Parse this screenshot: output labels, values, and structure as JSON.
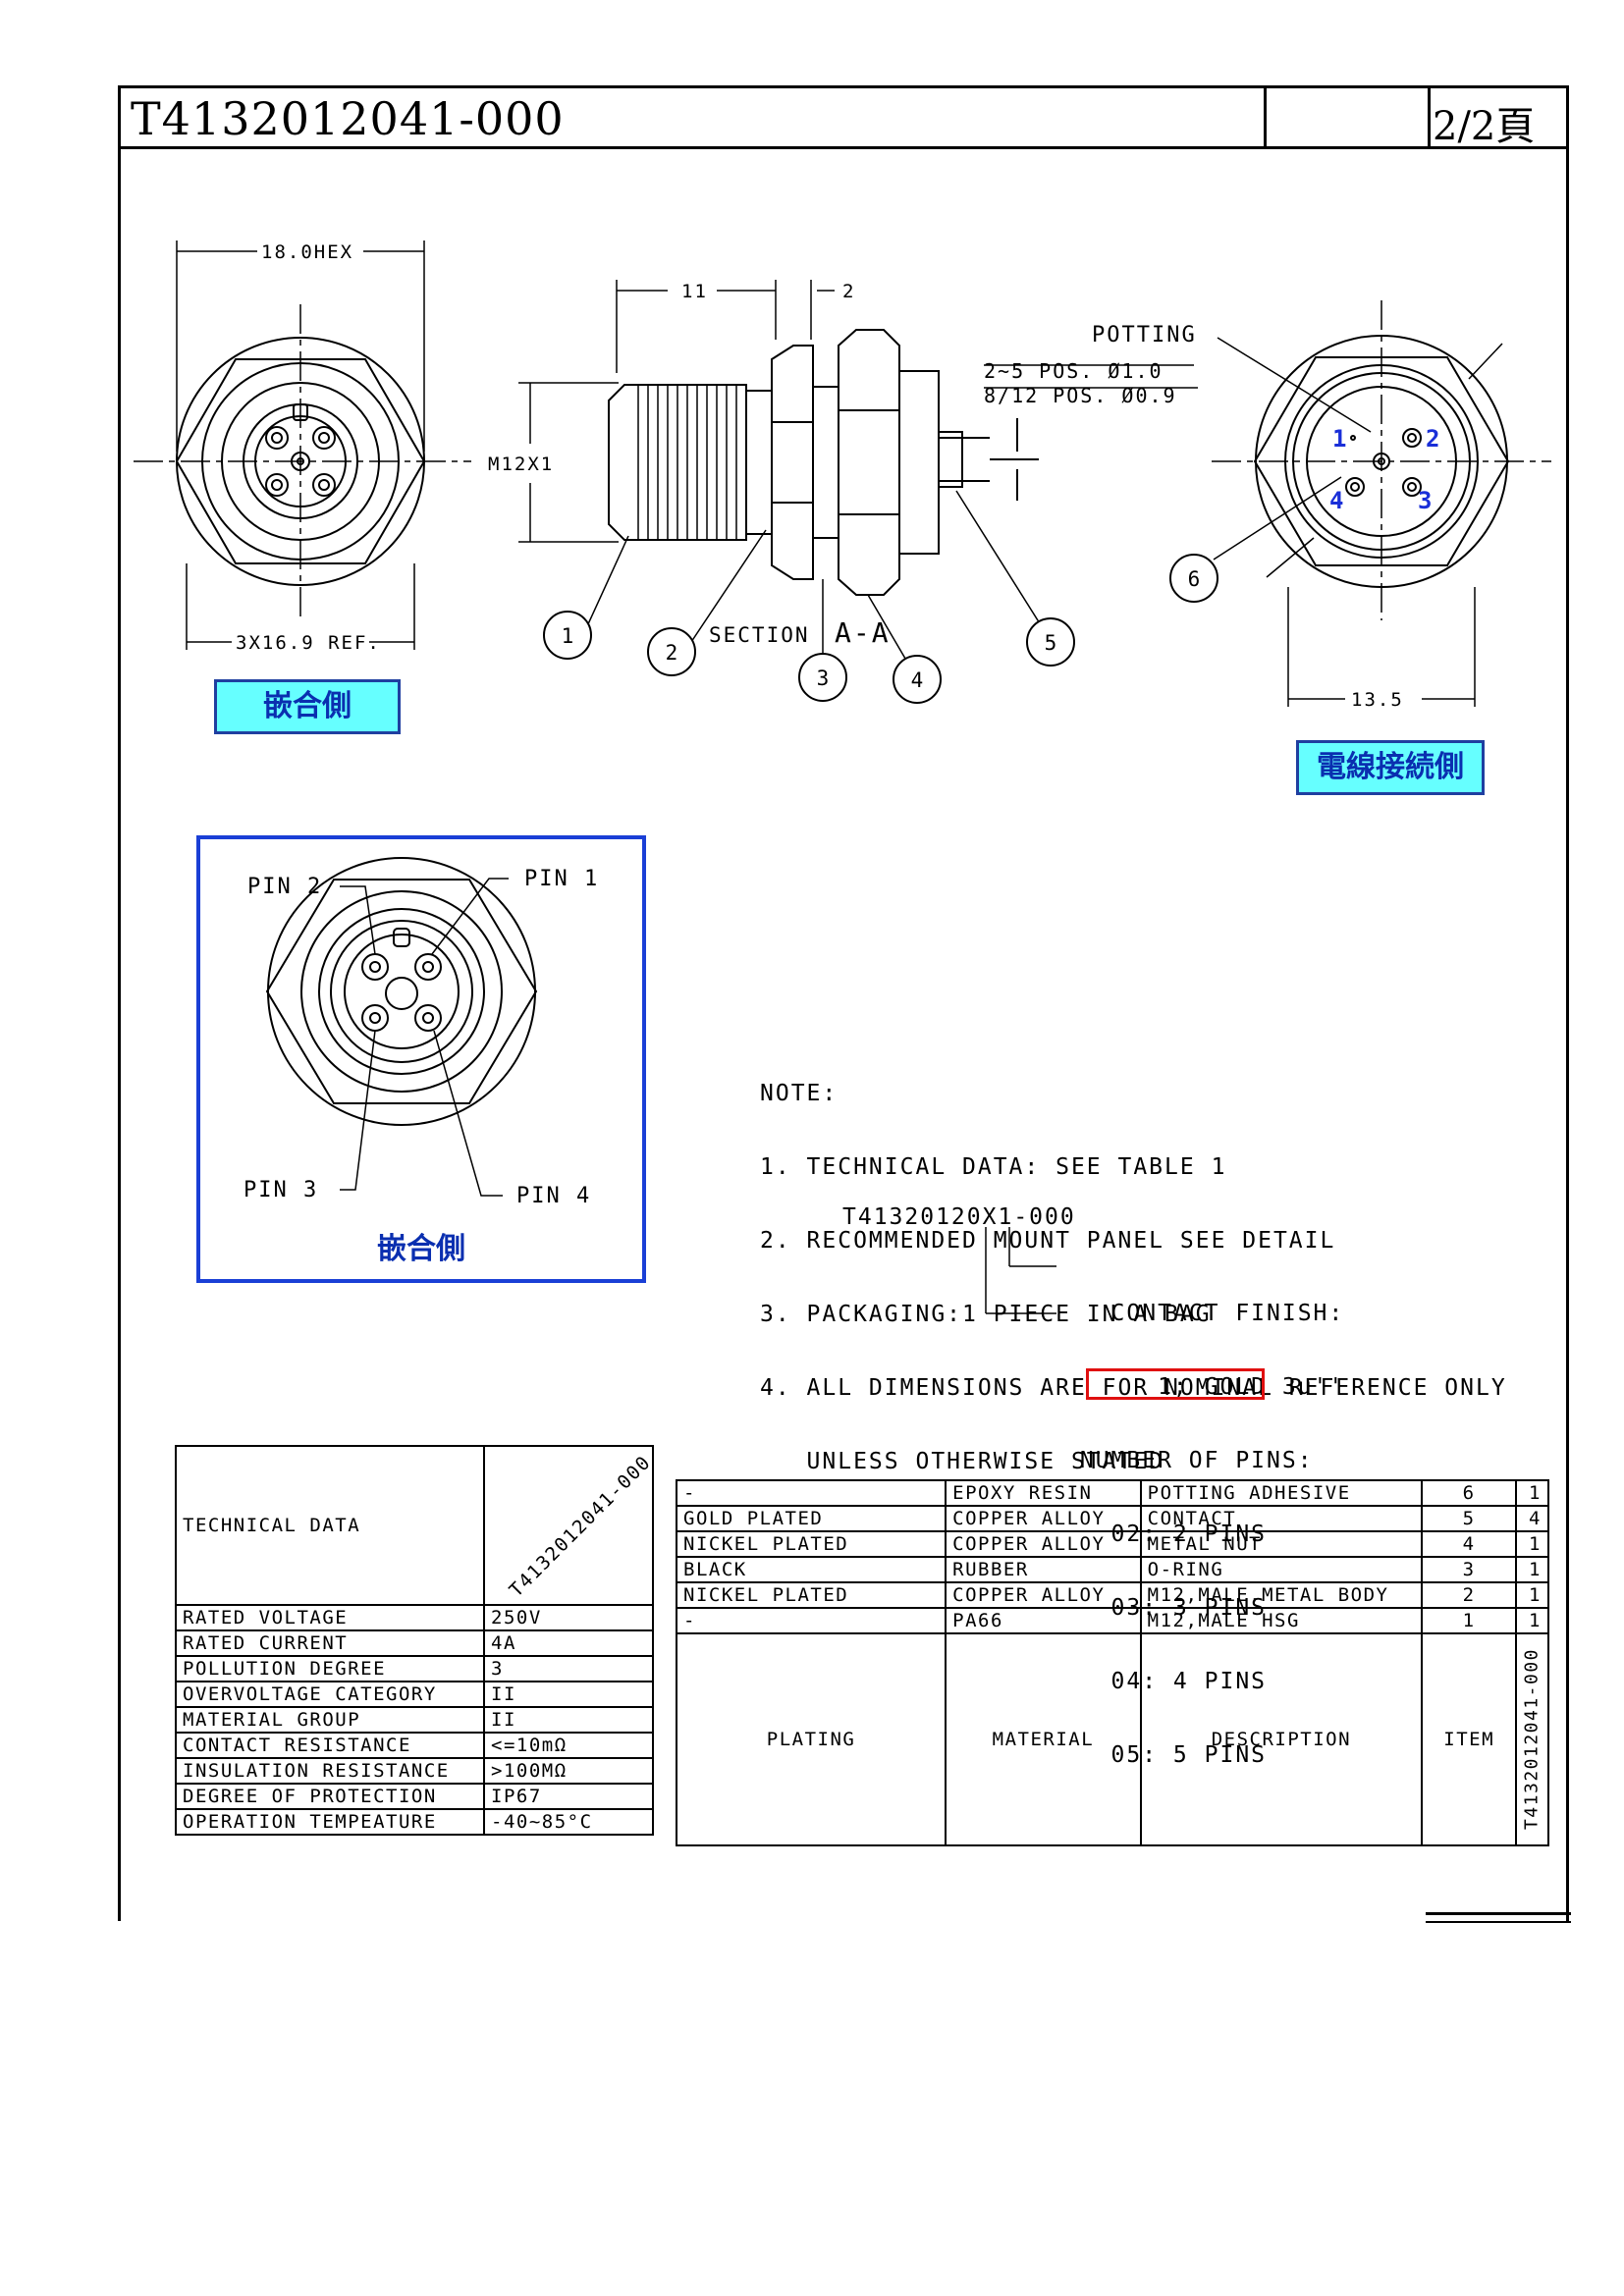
{
  "header": {
    "doc_id": "T4132012041-000",
    "page": "2/2頁"
  },
  "drawing": {
    "dim_hex": "18.0HEX",
    "dim_ref": "3X16.9 REF.",
    "dim_11": "11",
    "dim_2": "2",
    "dim_thread": "M12X1",
    "potting": "POTTING",
    "hole_note_1": "2~5  POS. Ø1.0",
    "hole_note_2": "8/12 POS. Ø0.9",
    "section_label": "SECTION",
    "section_name": "A-A",
    "dim_13_5": "13.5",
    "balloons": [
      "1",
      "2",
      "3",
      "4",
      "5",
      "6"
    ],
    "pin_numbers": [
      "1",
      "2",
      "3",
      "4"
    ],
    "label_mating_side": "嵌合側",
    "label_wire_side": "電線接続側",
    "pin_labels": [
      "PIN 2",
      "PIN 1",
      "PIN 3",
      "PIN 4"
    ],
    "label_mating_side_2": "嵌合側"
  },
  "notes": {
    "lines": [
      "NOTE:",
      "1. TECHNICAL DATA: SEE TABLE 1",
      "2. RECOMMENDED MOUNT PANEL SEE DETAIL",
      "3. PACKAGING:1 PIECE IN A BAG",
      "4. ALL DIMENSIONS ARE FOR NOMINAL REFERENCE ONLY",
      "   UNLESS OTHERWISE STATED"
    ],
    "part_code": "T41320120X1-000",
    "code_lines": [
      "   CONTACT FINISH:",
      "      1; GOLD 3u''",
      " NUMBER OF PINS:",
      "   02: 2 PINS",
      "   03: 3 PINS",
      "   04: 4 PINS",
      "   05: 5 PINS"
    ]
  },
  "tech_table": {
    "title": "TECHNICAL DATA",
    "part": "T4132012041-000",
    "rows": [
      [
        "RATED VOLTAGE",
        "250V"
      ],
      [
        "RATED CURRENT",
        "4A"
      ],
      [
        "POLLUTION DEGREE",
        "3"
      ],
      [
        "OVERVOLTAGE CATEGORY",
        "II"
      ],
      [
        "MATERIAL GROUP",
        "II"
      ],
      [
        "CONTACT RESISTANCE",
        "<=10mΩ"
      ],
      [
        "INSULATION RESISTANCE",
        ">100MΩ"
      ],
      [
        "DEGREE OF PROTECTION",
        "IP67"
      ],
      [
        "OPERATION TEMPEATURE",
        "-40~85°C"
      ]
    ]
  },
  "bom_table": {
    "rows": [
      [
        "-",
        "EPOXY RESIN",
        "POTTING ADHESIVE",
        "6",
        "1"
      ],
      [
        "GOLD PLATED",
        "COPPER ALLOY",
        "CONTACT",
        "5",
        "4"
      ],
      [
        "NICKEL PLATED",
        "COPPER ALLOY",
        "METAL NUT",
        "4",
        "1"
      ],
      [
        "BLACK",
        "RUBBER",
        "O-RING",
        "3",
        "1"
      ],
      [
        "NICKEL PLATED",
        "COPPER ALLOY",
        "M12,MALE,METAL BODY",
        "2",
        "1"
      ],
      [
        "-",
        "PA66",
        "M12,MALE HSG",
        "1",
        "1"
      ]
    ],
    "headers": [
      "PLATING",
      "MATERIAL",
      "DESCRIPTION",
      "ITEM"
    ],
    "side_part": "T4132012041-000"
  }
}
